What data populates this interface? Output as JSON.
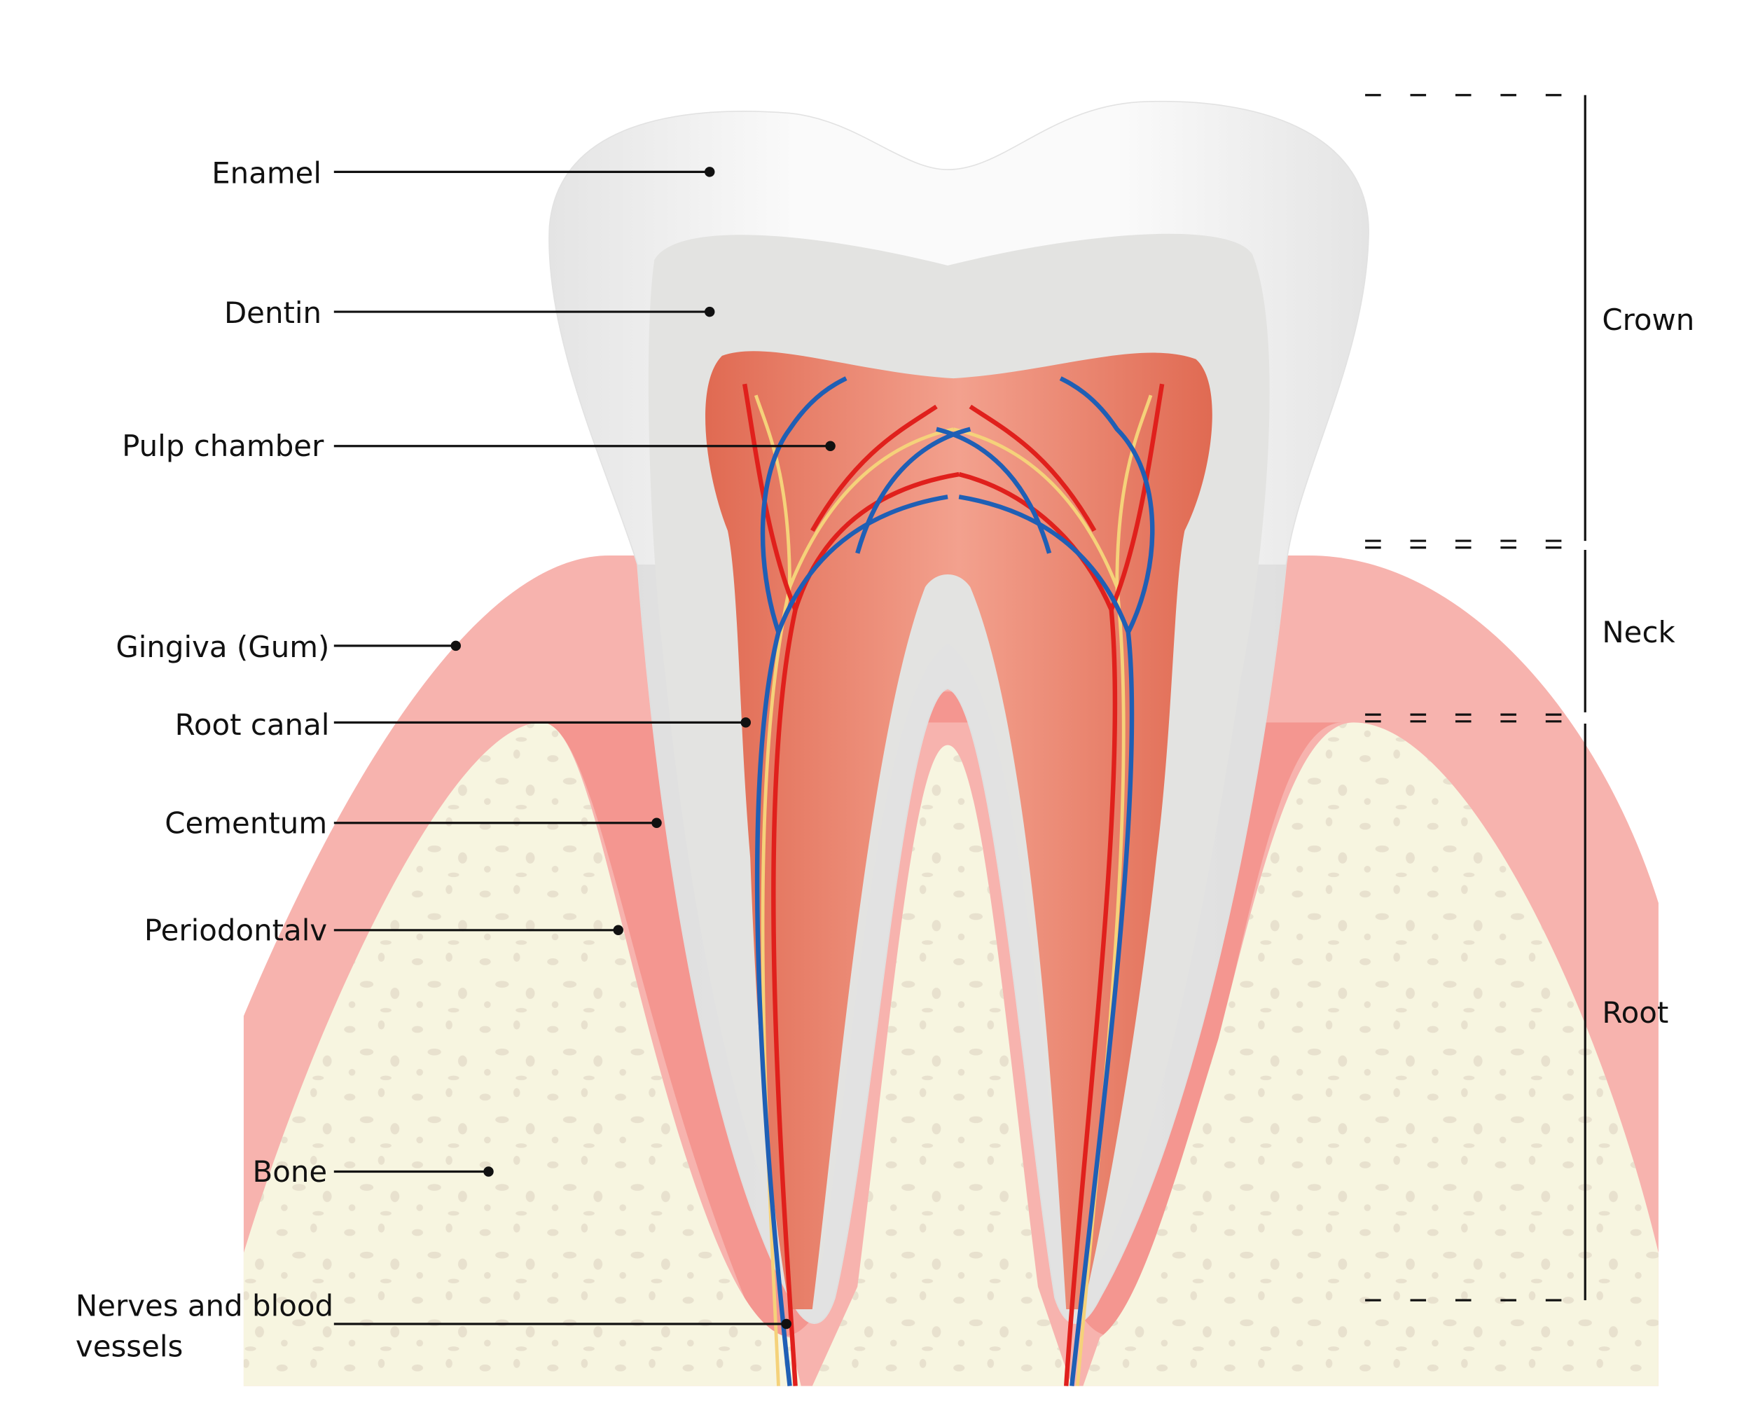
{
  "labels": [
    {
      "id": "enamel",
      "text": "Enamel"
    },
    {
      "id": "dentin",
      "text": "Dentin"
    },
    {
      "id": "pulp-chamber",
      "text": "Pulp chamber"
    },
    {
      "id": "gingiva",
      "text": "Gingiva (Gum)"
    },
    {
      "id": "root-canal",
      "text": "Root canal"
    },
    {
      "id": "cementum",
      "text": "Cementum"
    },
    {
      "id": "periodontal",
      "text": "Periodontalv"
    },
    {
      "id": "bone",
      "text": "Bone"
    },
    {
      "id": "nerves",
      "text": "Nerves and blood",
      "text2": "vessels"
    }
  ],
  "regions": {
    "crown": "Crown",
    "neck": "Neck",
    "root": "Root"
  },
  "colors": {
    "enamel": "#f4f4f4",
    "dentin": "#dedede",
    "pulp": "#e8735c",
    "gum": "#f7b3ae",
    "bone": "#f7f5e0",
    "bone_spots": "#e6dfcc",
    "artery": "#e0201c",
    "vein": "#1f5fb5",
    "nerve": "#f5d27a"
  }
}
